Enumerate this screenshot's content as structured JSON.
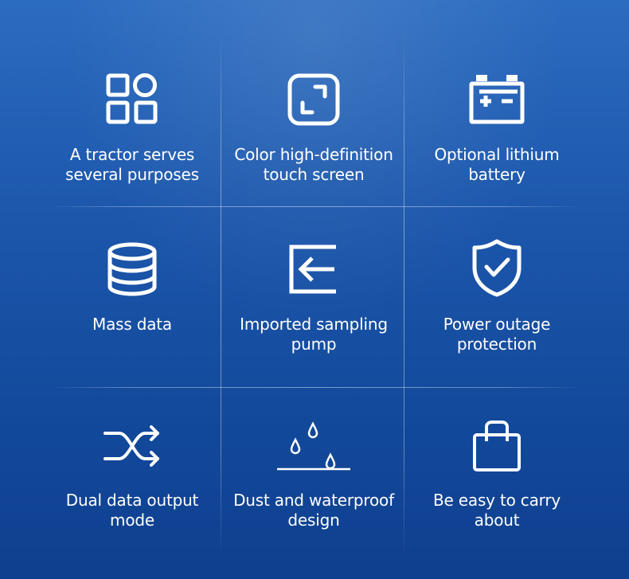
{
  "features": [
    {
      "icon": "grid-icon",
      "line1": "A tractor serves",
      "line2": "several purposes"
    },
    {
      "icon": "touchscreen-icon",
      "line1": "Color high-definition",
      "line2": "touch screen"
    },
    {
      "icon": "battery-icon",
      "line1": "Optional lithium",
      "line2": "battery"
    },
    {
      "icon": "database-icon",
      "line1": "Mass data",
      "line2": ""
    },
    {
      "icon": "import-icon",
      "line1": "Imported sampling",
      "line2": "pump"
    },
    {
      "icon": "shield-check-icon",
      "line1": "Power outage",
      "line2": "protection"
    },
    {
      "icon": "shuffle-icon",
      "line1": "Dual data output",
      "line2": "mode"
    },
    {
      "icon": "water-drops-icon",
      "line1": "Dust and waterproof",
      "line2": "design"
    },
    {
      "icon": "bag-icon",
      "line1": "Be easy to carry",
      "line2": "about"
    }
  ],
  "colors": {
    "background_top": "#2c6cc0",
    "background_bottom": "#0f3f8f",
    "foreground": "#ffffff"
  }
}
